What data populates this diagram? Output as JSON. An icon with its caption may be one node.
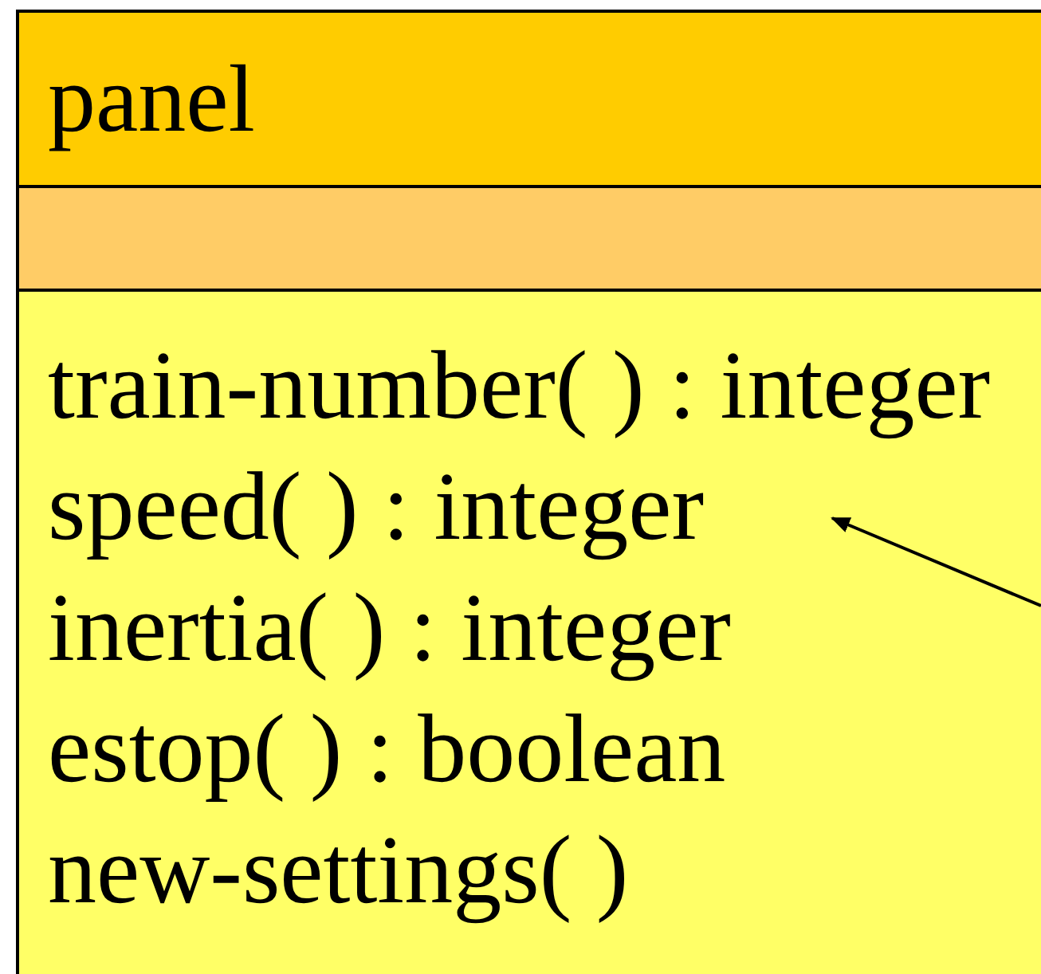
{
  "diagram": {
    "nodes": [
      {
        "text": [
          "panel"
        ]
      },
      {
        "text": [],
        "shape": "box",
        "in": 0
      },
      {
        "text": [
          "train-number( ) : integer",
          "speed( ) : integer",
          "inertia( ) : integer",
          "estop( ) : boolean",
          "new-settings( )"
        ],
        "in": 0
      }
    ],
    "edges": [
      {
        "from": null,
        "to": 2,
        "arrow": "to"
      }
    ]
  }
}
